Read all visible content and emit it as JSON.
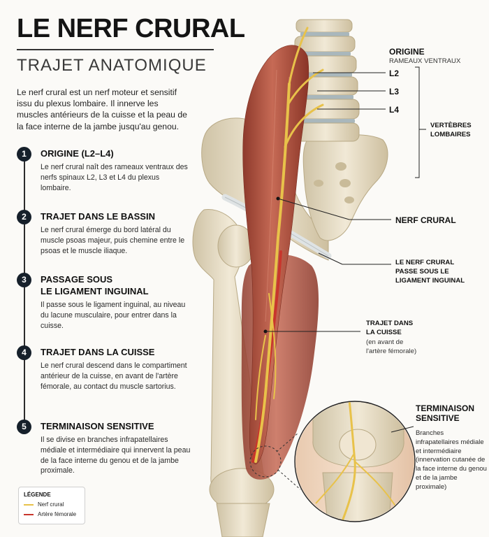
{
  "header": {
    "title": "LE NERF CRURAL",
    "subtitle": "TRAJET ANATOMIQUE",
    "intro": "Le nerf crural est un nerf moteur et sensitif issu du plexus lombaire. Il innerve les muscles antérieurs de la cuisse et la peau de la face interne de la jambe jusqu'au genou."
  },
  "steps": [
    {
      "num": "1",
      "title": "ORIGINE (L2–L4)",
      "text": "Le nerf crural naît des rameaux ventraux des nerfs spinaux L2, L3 et L4 du plexus lombaire."
    },
    {
      "num": "2",
      "title": "TRAJET DANS LE BASSIN",
      "text": "Le nerf crural émerge du bord latéral du muscle psoas majeur, puis chemine entre le psoas et le muscle iliaque."
    },
    {
      "num": "3",
      "title": "PASSAGE SOUS\nLE LIGAMENT INGUINAL",
      "text": "Il passe sous le ligament inguinal, au niveau du lacune musculaire, pour entrer dans la cuisse."
    },
    {
      "num": "4",
      "title": "TRAJET DANS LA CUISSE",
      "text": "Le nerf crural descend dans le compartiment antérieur de la cuisse, en avant de l'artère fémorale, au contact du muscle sartorius."
    },
    {
      "num": "5",
      "title": "TERMINAISON SENSITIVE",
      "text": "Il se divise en branches infrapatellaires médiale et intermédiaire qui innervent la peau de la face interne du genou et de la jambe proximale."
    }
  ],
  "labels": {
    "origin_title": "ORIGINE",
    "origin_sub": "RAMEAUX VENTRAUX",
    "l2": "L2",
    "l3": "L3",
    "l4": "L4",
    "vertebrae_line1": "VERTÈBRES",
    "vertebrae_line2": "LOMBAIRES",
    "nerve": "NERF CRURAL",
    "ligament_line1": "LE NERF CRURAL",
    "ligament_line2": "PASSE SOUS LE",
    "ligament_line3": "LIGAMENT INGUINAL",
    "thigh_line1": "TRAJET DANS",
    "thigh_line2": "LA CUISSE",
    "thigh_line3": "(en avant de",
    "thigh_line4": "l'artère fémorale)",
    "term_line1": "TERMINAISON",
    "term_line2": "SENSITIVE",
    "term_text": "Branches infrapatellaires médiale et intermédiaire (innervation cutanée de la face interne du genou et de la jambe proximale)"
  },
  "legend": {
    "title": "LÉGENDE",
    "items": [
      {
        "label": "Nerf crural",
        "color": "#e8c24a"
      },
      {
        "label": "Artère fémorale",
        "color": "#c8362c"
      }
    ]
  },
  "colors": {
    "nerve": "#e8c24a",
    "artery": "#c8362c",
    "muscle": "#b0503e",
    "bone": "#e6dcc4",
    "badge": "#16202b"
  }
}
